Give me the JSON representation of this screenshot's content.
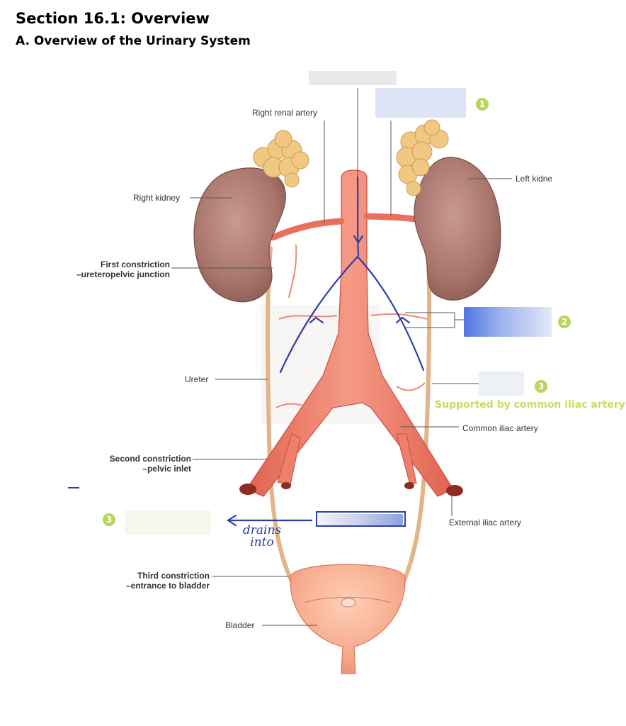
{
  "section_title": "Section 16.1: Overview",
  "subtitle": "A.  Overview of the Urinary System",
  "labels": {
    "right_renal_artery": "Right renal artery",
    "left_kidney": "Left kidne",
    "right_kidney": "Right kidney",
    "first_constriction_1": "First constriction",
    "first_constriction_2": "–ureteropelvic junction",
    "ureter": "Ureter",
    "common_iliac_artery": "Common iliac artery",
    "second_constriction_1": "Second constriction",
    "second_constriction_2": "–pelvic inlet",
    "external_iliac_artery": "External iliac artery",
    "third_constriction_1": "Third constriction",
    "third_constriction_2": "–entrance to bladder",
    "bladder": "Bladder"
  },
  "badges": {
    "one": "1",
    "two": "2",
    "three_a": "3",
    "three_b": "3"
  },
  "note": "Supported by common iliac artery",
  "handwriting": {
    "line1": "drains",
    "line2": "into"
  },
  "colors": {
    "badge": "#b9d65c",
    "note": "#c6dc63",
    "ink": "#2a3fa5",
    "kidney": "#b37f77",
    "artery": "#ef8575"
  }
}
